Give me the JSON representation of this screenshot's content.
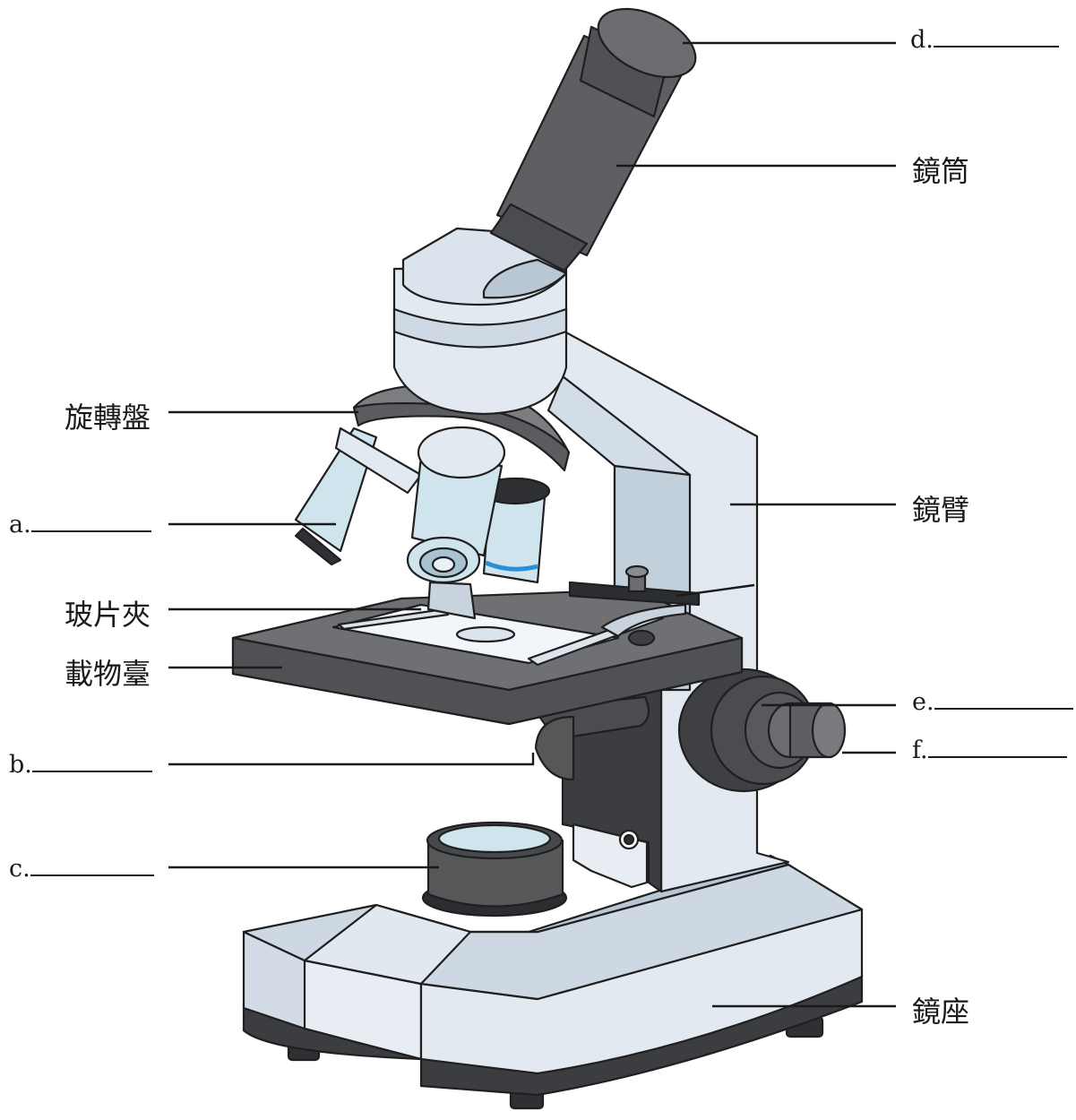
{
  "labels": {
    "d": "d.",
    "jingtong": "鏡筒",
    "xuanzhuanpan": "旋轉盤",
    "a": "a.",
    "jingbi": "鏡臂",
    "bopianjia": "玻片夾",
    "zaiwutai": "載物臺",
    "e": "e.",
    "b": "b.",
    "f": "f.",
    "c": "c.",
    "jingzuo": "鏡座"
  },
  "colors": {
    "outline": "#1f1f1f",
    "light_body": "#dbe3ec",
    "light_blue": "#cfe4ec",
    "dark_grey": "#4d4f52",
    "mid_grey": "#6b6d70",
    "stage_top": "#6e7074",
    "blue_band": "#2a8fd6"
  }
}
